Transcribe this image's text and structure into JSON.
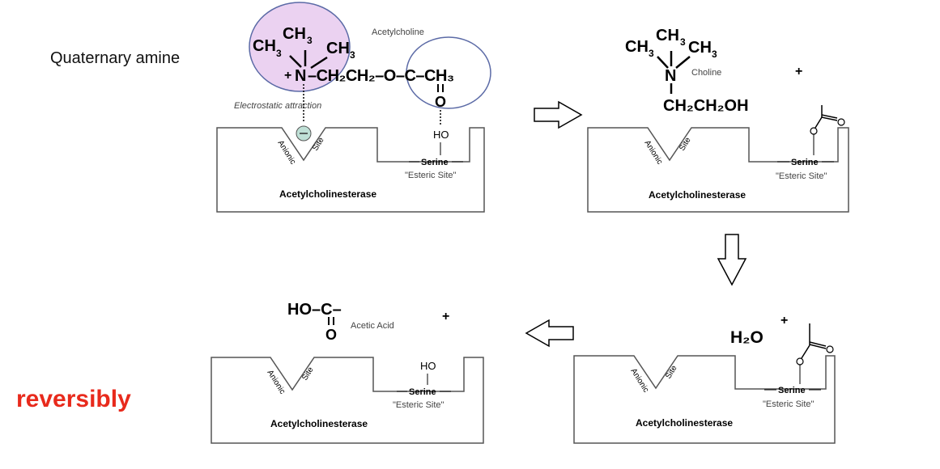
{
  "labels": {
    "quaternary_amine": "Quaternary amine",
    "reversibly": "reversibly",
    "acetylcholine": "Acetylcholine",
    "electrostatic": "Electrostatic attraction",
    "choline": "Choline",
    "acetic_acid": "Acetic Acid",
    "enzyme": "Acetylcholinesterase",
    "serine": "Serine",
    "esteric_site": "\"Esteric Site\"",
    "anionic": "Anionic",
    "site": "Site",
    "plus": "+",
    "ho": "HO"
  },
  "molecules": {
    "ach_ch3_top": "CH",
    "ach_ch3_left": "CH",
    "ach_ch3_right": "CH",
    "ach_sub3": "3",
    "ach_nplus": "+",
    "ach_n": "N",
    "ach_chain": "–CH₂CH₂–O–C–CH₃",
    "choline_ch3_top": "CH",
    "choline_ch3_left": "CH",
    "choline_ch3_right": "CH",
    "choline_n": "N",
    "choline_chain": "CH₂CH₂OH",
    "acetic_formula": "HO–C–",
    "acetic_o": "O",
    "water": "H₂O"
  },
  "colors": {
    "amine_circle_fill": "#ebd2f1",
    "amine_circle_stroke": "#5b6aa6",
    "ester_circle_stroke": "#5b6aa6",
    "anion_fill": "#bfe0d6",
    "reversibly_color": "#e82a1c",
    "enzyme_stroke": "#555555"
  },
  "icons": [
    "arrow-right-icon",
    "arrow-down-icon",
    "arrow-left-icon",
    "anion-minus-icon"
  ]
}
